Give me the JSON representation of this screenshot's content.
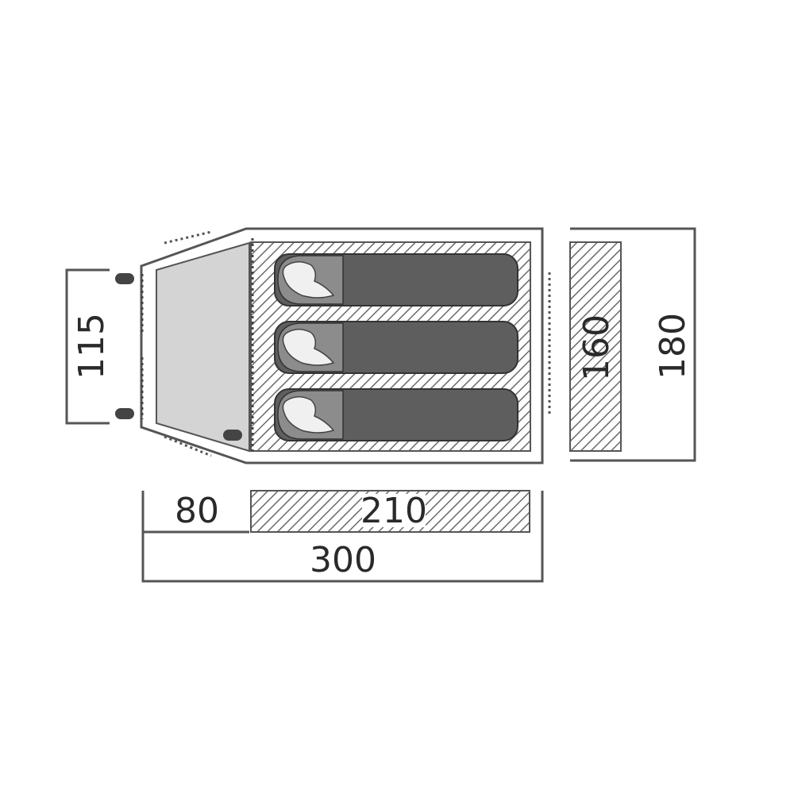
{
  "dimensions": {
    "vestibule_depth": "80",
    "inner_length": "210",
    "total_length": "300",
    "vestibule_width": "115",
    "inner_width": "160",
    "total_width": "180"
  },
  "sleeping_spaces": 3,
  "colors": {
    "outline": "#555555",
    "vestibule_fill": "#d4d4d4",
    "bag_fill": "#5e5e5e",
    "hood_fill": "#8c8c8c",
    "hatch": "#6a6a6a",
    "text": "#2a2a2a"
  }
}
